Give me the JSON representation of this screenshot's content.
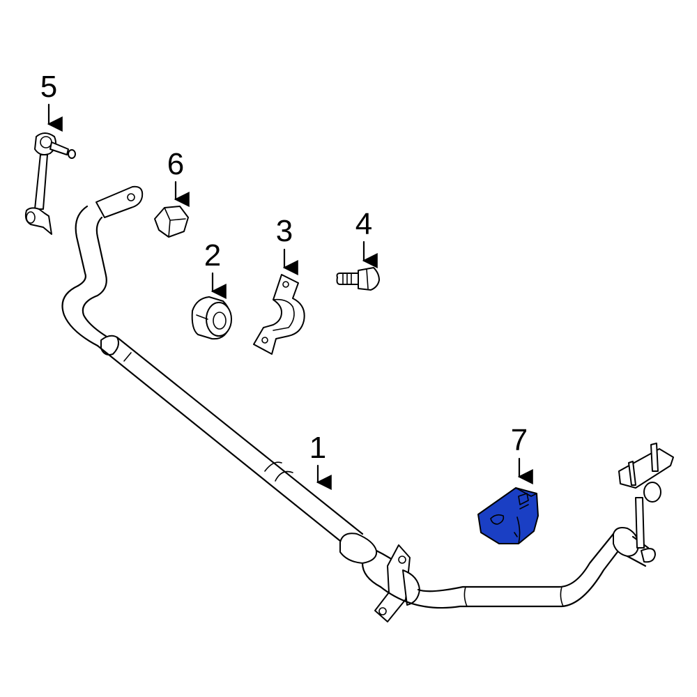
{
  "diagram": {
    "highlight_color": "#1a3fc4",
    "callouts": [
      {
        "id": "1",
        "label": "1"
      },
      {
        "id": "2",
        "label": "2"
      },
      {
        "id": "3",
        "label": "3"
      },
      {
        "id": "4",
        "label": "4"
      },
      {
        "id": "5",
        "label": "5"
      },
      {
        "id": "6",
        "label": "6"
      },
      {
        "id": "7",
        "label": "7"
      }
    ]
  }
}
